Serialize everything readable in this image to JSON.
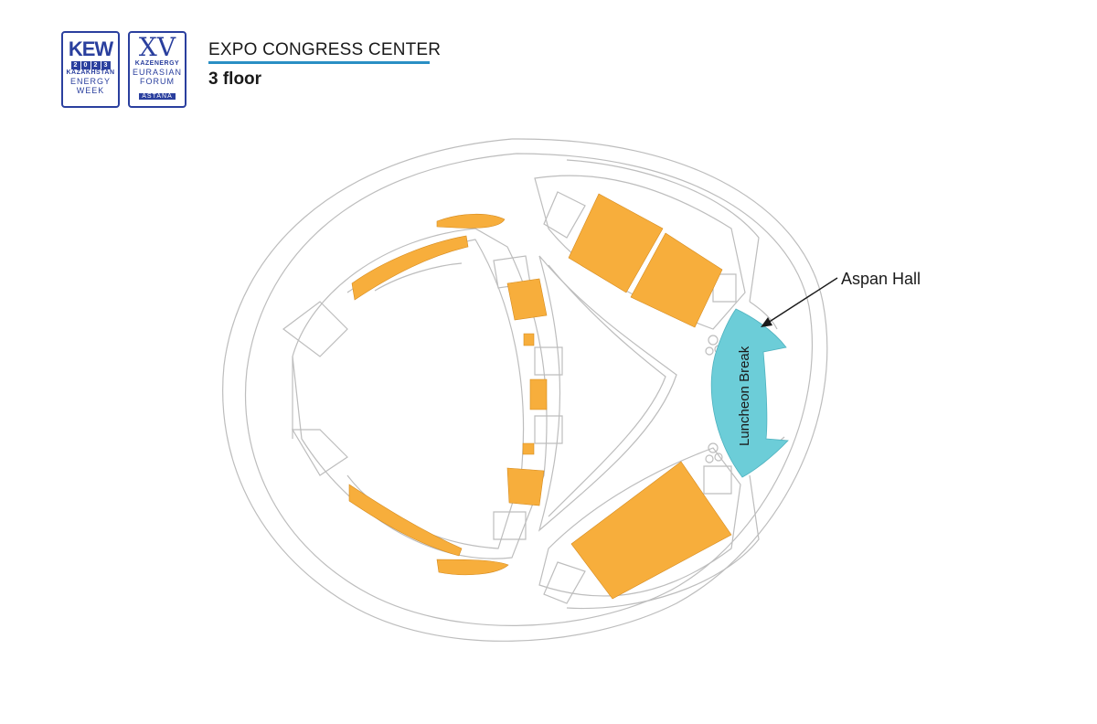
{
  "header": {
    "venue_title": "EXPO CONGRESS CENTER",
    "floor_label": "3 floor"
  },
  "logos": {
    "kew": {
      "big": "KEW",
      "year": [
        "2",
        "0",
        "2",
        "3"
      ],
      "line1": "KAZAKHSTAN",
      "line2": "ENERGY",
      "line3": "WEEK"
    },
    "forum": {
      "numeral": "XV",
      "line1": "KAZENERGY",
      "line2": "EURASIAN",
      "line3": "FORUM",
      "line4": "ASTANA"
    }
  },
  "map": {
    "callout_label": "Aspan Hall",
    "highlight_zone_label": "Luncheon Break",
    "colors": {
      "orange_rooms": "#f7ae3c",
      "highlight_zone": "#6ccdd8",
      "outline": "#bdbdbd"
    }
  }
}
